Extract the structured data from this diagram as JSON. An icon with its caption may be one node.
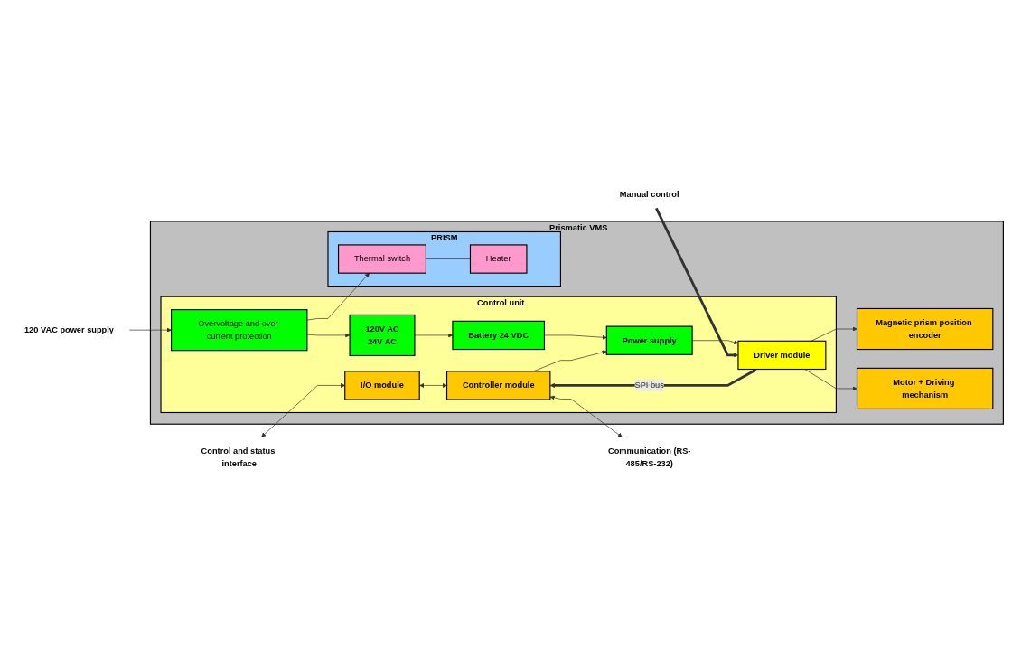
{
  "diagram": {
    "nodes": [
      {
        "text": [
          "Prismatic VMS"
        ]
      },
      {
        "text": [
          "Control unit"
        ],
        "in": 0
      },
      {
        "text": [
          "I/O module"
        ],
        "in": 1
      },
      {
        "text": [
          "Controller module"
        ],
        "in": 1
      },
      {
        "text": [
          "Driver module"
        ],
        "in": 1
      },
      {
        "text": [
          "Power supply"
        ],
        "in": 1
      },
      {
        "text": [
          "Battery 24 VDC"
        ],
        "in": 1
      },
      {
        "text": [
          "Overvoltage and over current protection"
        ],
        "in": 1
      },
      {
        "text": [
          "120V AC",
          "24V AC"
        ],
        "in": 1
      },
      {
        "text": [
          "Magnetic prism position encoder"
        ],
        "in": 0
      },
      {
        "text": [
          "Motor + Driving mechanism"
        ],
        "in": 0
      },
      {
        "text": [
          "PRISM"
        ],
        "in": 0
      },
      {
        "text": [
          "Thermal switch"
        ],
        "in": 11
      },
      {
        "text": [
          "Heater"
        ],
        "in": 11
      },
      {
        "text": [
          "Manual control"
        ]
      },
      {
        "text": [
          "Control and status interface"
        ]
      },
      {
        "text": [
          "Communication (RS-485/RS-232)"
        ]
      },
      {
        "text": [
          "120 VAC power supply"
        ]
      }
    ],
    "edges": [
      {
        "from": 15,
        "to": 2,
        "arrow": "both"
      },
      {
        "from": 2,
        "to": 3,
        "arrow": "both"
      },
      {
        "from": 3,
        "to": 4,
        "arrow": "both",
        "label": "SPI bus",
        "style": "thick"
      },
      {
        "from": 14,
        "to": 4,
        "arrow": "to",
        "style": "thick"
      },
      {
        "from": 4,
        "to": 9,
        "arrow": "to"
      },
      {
        "from": 4,
        "to": 10,
        "arrow": "to"
      },
      {
        "from": 3,
        "to": 16,
        "arrow": "both"
      },
      {
        "from": 3,
        "to": 5,
        "arrow": "to"
      },
      {
        "from": 5,
        "to": 4,
        "arrow": "to"
      },
      {
        "from": 6,
        "to": 5,
        "arrow": "to"
      },
      {
        "from": 8,
        "to": 6,
        "arrow": "to"
      },
      {
        "from": 7,
        "to": 8,
        "arrow": "to"
      },
      {
        "from": 17,
        "to": 7,
        "arrow": "to"
      },
      {
        "from": 7,
        "to": 12,
        "arrow": "to"
      },
      {
        "from": 12,
        "to": 13,
        "arrow": "none"
      }
    ]
  }
}
